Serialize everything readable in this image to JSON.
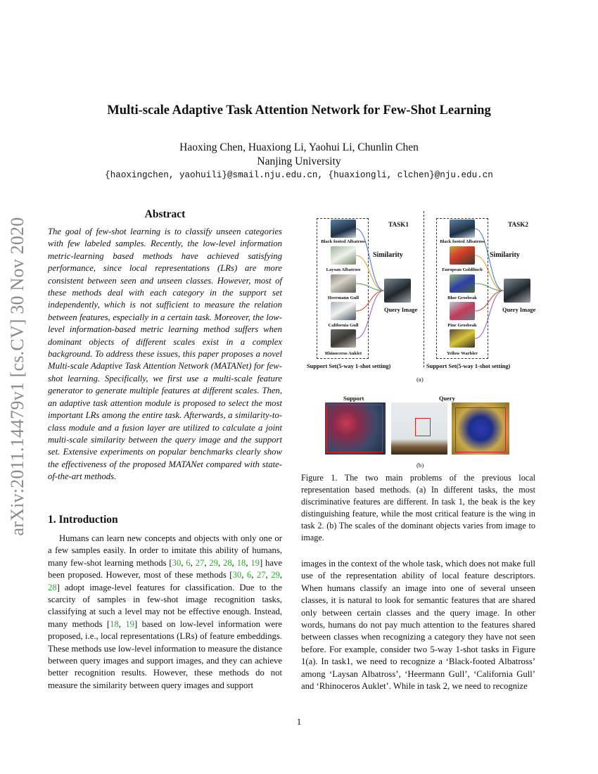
{
  "sidebar": {
    "arxiv_id": "arXiv:2011.14479v1  [cs.CV]  30 Nov 2020"
  },
  "header": {
    "title": "Multi-scale Adaptive Task Attention Network for Few-Shot Learning",
    "authors": "Haoxing Chen, Huaxiong Li, Yaohui Li, Chunlin Chen",
    "affiliation": "Nanjing University",
    "emails": "{haoxingchen, yaohuili}@smail.nju.edu.cn, {huaxiongli, clchen}@nju.edu.cn"
  },
  "abstract": {
    "heading": "Abstract",
    "text": "The goal of few-shot learning is to classify unseen categories with few labeled samples. Recently, the low-level information metric-learning based methods have achieved satisfying performance, since local representations (LRs) are more consistent between seen and unseen classes. However, most of these methods deal with each category in the support set independently, which is not sufficient to measure the relation between features, especially in a certain task. Moreover, the low-level information-based metric learning method suffers when dominant objects of different scales exist in a complex background. To address these issues, this paper proposes a novel Multi-scale Adaptive Task Attention Network (MATANet) for few-shot learning. Specifically, we first use a multi-scale feature generator to generate multiple features at different scales. Then, an adaptive task attention module is proposed to select the most important LRs among the entire task. Afterwards, a similarity-to-class module and a fusion layer are utilized to calculate a joint multi-scale similarity between the query image and the support set. Extensive experiments on popular benchmarks clearly show the effectiveness of the proposed MATANet compared with state-of-the-art methods."
  },
  "introduction": {
    "heading": "1. Introduction",
    "p1_a": "Humans can learn new concepts and objects with only one or a few samples easily. In order to imitate this ability of humans, many few-shot learning methods [",
    "c1": "30",
    "c2": "6",
    "c3": "27",
    "c4": "29",
    "c5": "28",
    "c6": "18",
    "c7": "19",
    "p1_b": "] have been proposed. However, most of these methods [",
    "c8": "30",
    "c9": "6",
    "c10": "27",
    "c11": "29",
    "c12": "28",
    "p1_c": "] adopt image-level features for classification. Due to the scarcity of samples in few-shot image recognition tasks, classifying at such a level may not be effective enough. Instead, many methods [",
    "c13": "18",
    "c14": "19",
    "p1_d": "] based on low-level information were proposed, i.e., local representations (LRs) of feature embeddings. These methods use low-level information to measure the distance between query images and support images, and they can achieve better recognition results. However, these methods do not measure the similarity between query images and support",
    "col2": "images in the context of the whole task, which does not make full use of the representation ability of local feature descriptors. When humans classify an image into one of several unseen classes, it is natural to look for semantic features that are shared only between certain classes and the query image. In other words, humans do not pay much attention to the features shared between classes when recognizing a category they have not seen before. For example, consider two 5-way 1-shot tasks in Figure 1(a). In task1, we need to recognize a ‘Black-footed Albatross’ among ‘Laysan Albatross’, ‘Heermann Gull’, ‘California Gull’ and ‘Rhinoceros Auklet’. While in task 2, we need to recognize"
  },
  "figure": {
    "task1_label": "TASK1",
    "task2_label": "TASK2",
    "similarity": "Similarity",
    "query_image": "Query Image",
    "support_set": "Support Set(5-way 1-shot setting)",
    "task1_birds": [
      "Black footed Albatross",
      "Laysan Albatross",
      "Heermann Gull",
      "California Gull",
      "Rhinoceros Auklet"
    ],
    "task2_birds": [
      "Black footed Albatross",
      "European Goldfinch",
      "Blue Grosbeak",
      "Pine Grosbeak",
      "Yellow Warbler"
    ],
    "sub_a": "(a)",
    "support_label": "Support",
    "query_label": "Query",
    "sub_b": "(b)",
    "caption": "Figure 1. The two main problems of the previous local representation based methods. (a) In different tasks, the most discriminative features are different. In task 1, the beak is the key distinguishing feature, while the most critical feature is the wing in task 2. (b) The scales of the dominant objects varies from image to image.",
    "curve_colors": [
      "#4a7fd6",
      "#e8a03a",
      "#5aaa55",
      "#d84a3a",
      "#9a66cc"
    ]
  },
  "page": {
    "number": "1"
  }
}
